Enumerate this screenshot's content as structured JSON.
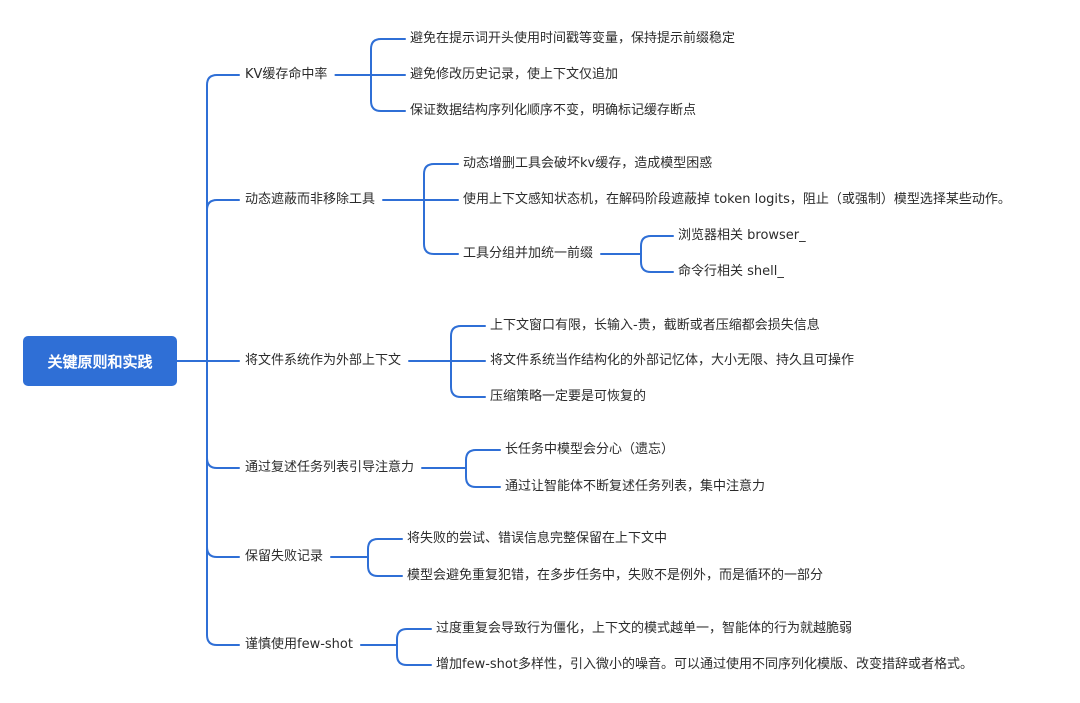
{
  "colors": {
    "accent": "#2f6fd6",
    "text": "#2b2b2b",
    "background": "#ffffff"
  },
  "root": "关键原则和实践",
  "branches": [
    {
      "label": "KV缓存命中率",
      "children": [
        {
          "label": "避免在提示词开头使用时间戳等变量，保持提示前缀稳定"
        },
        {
          "label": "避免修改历史记录，使上下文仅追加"
        },
        {
          "label": "保证数据结构序列化顺序不变，明确标记缓存断点"
        }
      ]
    },
    {
      "label": "动态遮蔽而非移除工具",
      "children": [
        {
          "label": "动态增删工具会破坏kv缓存，造成模型困惑"
        },
        {
          "label": "使用上下文感知状态机，在解码阶段遮蔽掉 token logits，阻止（或强制）模型选择某些动作。"
        },
        {
          "label": "工具分组并加统一前缀",
          "children": [
            {
              "label": "浏览器相关 browser_"
            },
            {
              "label": "命令行相关 shell_"
            }
          ]
        }
      ]
    },
    {
      "label": "将文件系统作为外部上下文",
      "children": [
        {
          "label": "上下文窗口有限，长输入-贵，截断或者压缩都会损失信息"
        },
        {
          "label": "将文件系统当作结构化的外部记忆体，大小无限、持久且可操作"
        },
        {
          "label": "压缩策略一定要是可恢复的"
        }
      ]
    },
    {
      "label": "通过复述任务列表引导注意力",
      "children": [
        {
          "label": "长任务中模型会分心（遗忘）"
        },
        {
          "label": "通过让智能体不断复述任务列表，集中注意力"
        }
      ]
    },
    {
      "label": "保留失败记录",
      "children": [
        {
          "label": "将失败的尝试、错误信息完整保留在上下文中"
        },
        {
          "label": "模型会避免重复犯错，在多步任务中，失败不是例外，而是循环的一部分"
        }
      ]
    },
    {
      "label": "谨慎使用few-shot",
      "children": [
        {
          "label": "过度重复会导致行为僵化，上下文的模式越单一，智能体的行为就越脆弱"
        },
        {
          "label": "增加few-shot多样性，引入微小的噪音。可以通过使用不同序列化模版、改变措辞或者格式。"
        }
      ]
    }
  ]
}
